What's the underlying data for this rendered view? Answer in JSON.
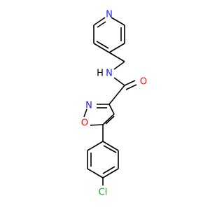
{
  "molecule": {
    "atoms": {
      "pyridine_n": {
        "label": "N",
        "color": "#1f1fff"
      },
      "amide_nh": {
        "label": "N",
        "color": "#1f1fff"
      },
      "amide_h": {
        "label": "H",
        "color": "#000000"
      },
      "carbonyl_o": {
        "label": "O",
        "color": "#ff0d0d"
      },
      "isoxazole_n": {
        "label": "N",
        "color": "#1f1fff"
      },
      "isoxazole_o": {
        "label": "O",
        "color": "#ff0d0d"
      },
      "chlorine": {
        "label": "Cl",
        "color": "#1fa01f"
      }
    }
  }
}
